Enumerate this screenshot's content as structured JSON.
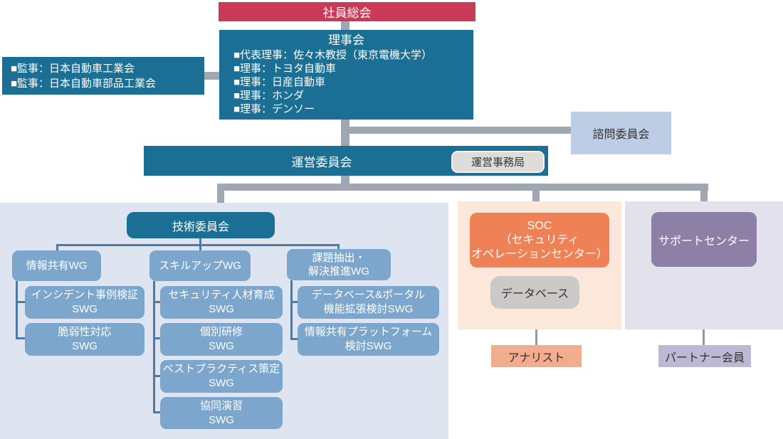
{
  "colors": {
    "teal": "#1b6e94",
    "red": "#c93a56",
    "panel_blue": "#dee4f0",
    "wg_blue": "#7ca6cc",
    "soc_orange": "#ee8256",
    "soc_panel": "#fbe8da",
    "analyst_salmon": "#f2ad8f",
    "support_purple": "#8d80a6",
    "support_panel": "#e3e1ec",
    "partner_purple": "#bfb8d5",
    "advisory_blue": "#bccde5",
    "office_gray": "#dedcd9",
    "database_gray": "#cbc9c7",
    "connector_gray": "#9fa8b2",
    "connector_blue": "#4f79a6"
  },
  "nodes": {
    "general_meeting": {
      "label": "社員総会"
    },
    "board": {
      "title": "理事会",
      "members": [
        "■代表理事：佐々木教授（東京電機大学）",
        "■理事：トヨタ自動車",
        "■理事：日産自動車",
        "■理事：ホンダ",
        "■理事：デンソー"
      ]
    },
    "auditors": {
      "lines": [
        "■監事：日本自動車工業会",
        "■監事：日本自動車部品工業会"
      ]
    },
    "advisory": {
      "label": "諮問委員会"
    },
    "steering": {
      "label": "運営委員会",
      "office": "運営事務局"
    },
    "tech": {
      "title": "技術委員会",
      "groups": [
        {
          "label": "情報共有WG",
          "swgs": [
            "インシデント事例検証\nSWG",
            "脆弱性対応\nSWG"
          ]
        },
        {
          "label": "スキルアップWG",
          "swgs": [
            "セキュリティ人材育成\nSWG",
            "個別研修\nSWG",
            "ベストプラクティス策定\nSWG",
            "協同演習\nSWG"
          ]
        },
        {
          "label": "課題抽出・\n解決推進WG",
          "swgs": [
            "データベース&ポータル\n機能拡張検討SWG",
            "情報共有プラットフォーム\n検討SWG"
          ]
        }
      ]
    },
    "soc": {
      "label": "SOC\n（セキュリティ\nオペレーションセンター）",
      "database": "データベース",
      "analyst": "アナリスト"
    },
    "support": {
      "label": "サポートセンター",
      "partner": "パートナー会員"
    }
  }
}
